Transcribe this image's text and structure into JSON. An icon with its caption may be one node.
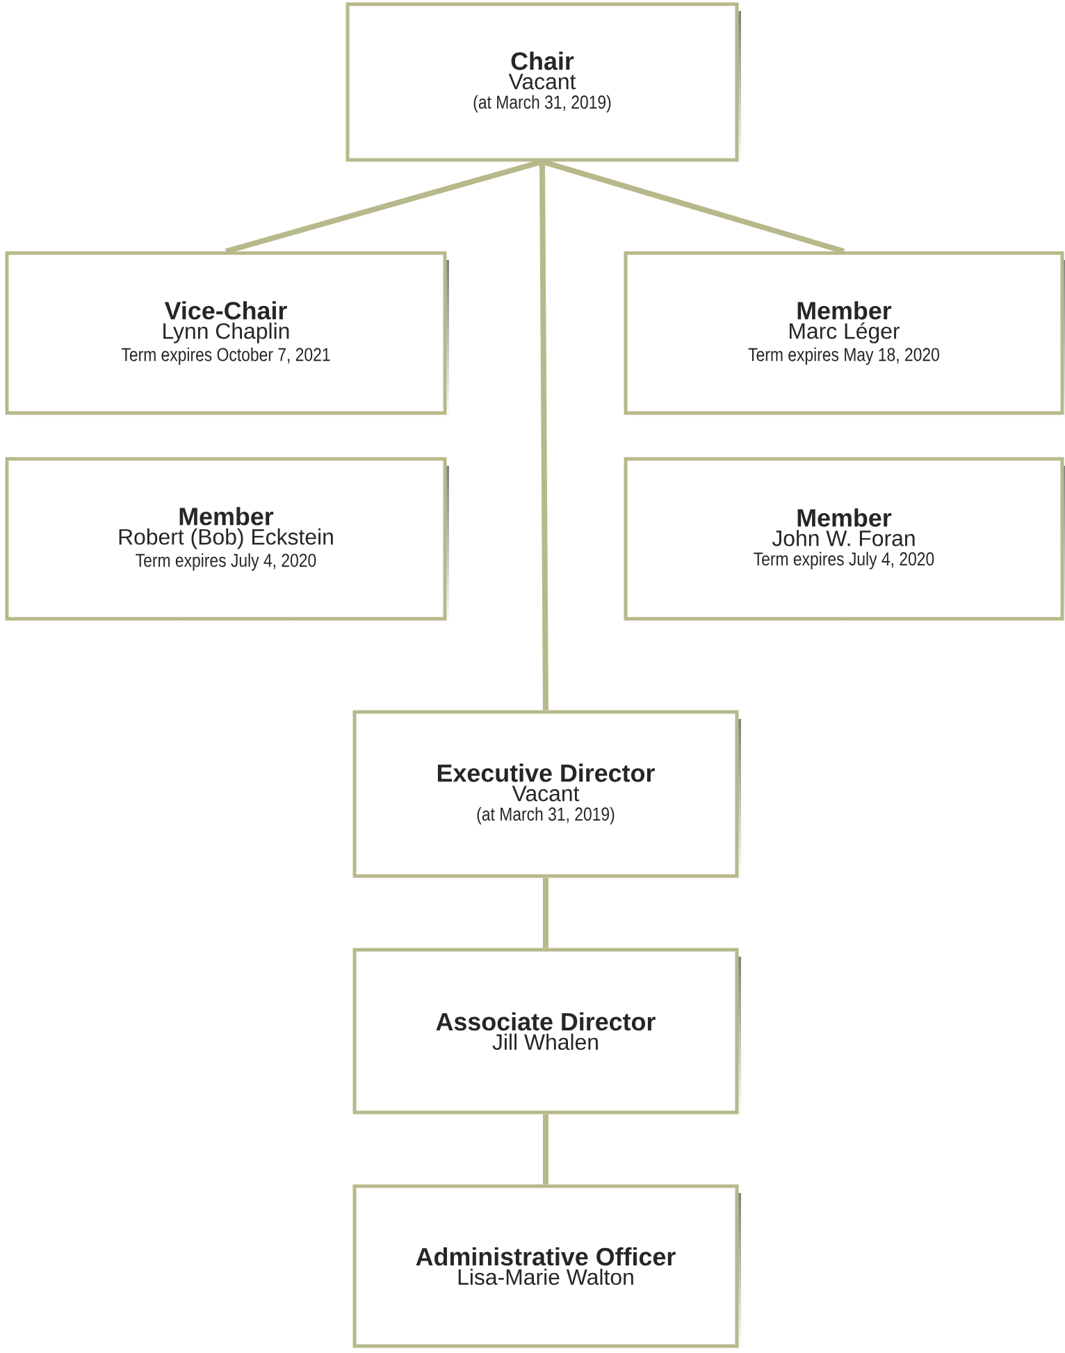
{
  "diagram": {
    "nodes": [
      {
        "text": [
          "Chair",
          "Vacant",
          "(at March 31, 2019)"
        ]
      },
      {
        "text": [
          "Vice-Chair",
          "Lynn Chaplin",
          "Term expires October 7, 2021"
        ]
      },
      {
        "text": [
          "Member",
          "Marc Léger",
          "Term expires May 18, 2020"
        ]
      },
      {
        "text": [
          "Member",
          "Robert (Bob) Eckstein",
          "Term expires July 4, 2020"
        ]
      },
      {
        "text": [
          "Member",
          "John W. Foran",
          "Term expires July 4, 2020"
        ]
      },
      {
        "text": [
          "Executive Director",
          "Vacant",
          "(at March 31, 2019)"
        ]
      },
      {
        "text": [
          "Associate Director",
          "Jill Whalen"
        ]
      },
      {
        "text": [
          "Administrative Officer",
          "Lisa-Marie Walton"
        ]
      }
    ],
    "edges": [
      {
        "from": 0,
        "to": 1,
        "arrow": "none"
      },
      {
        "from": 0,
        "to": 2,
        "arrow": "none"
      },
      {
        "from": 0,
        "to": 5,
        "arrow": "none"
      },
      {
        "from": 5,
        "to": 6,
        "arrow": "none"
      },
      {
        "from": 6,
        "to": 7,
        "arrow": "none"
      }
    ]
  }
}
